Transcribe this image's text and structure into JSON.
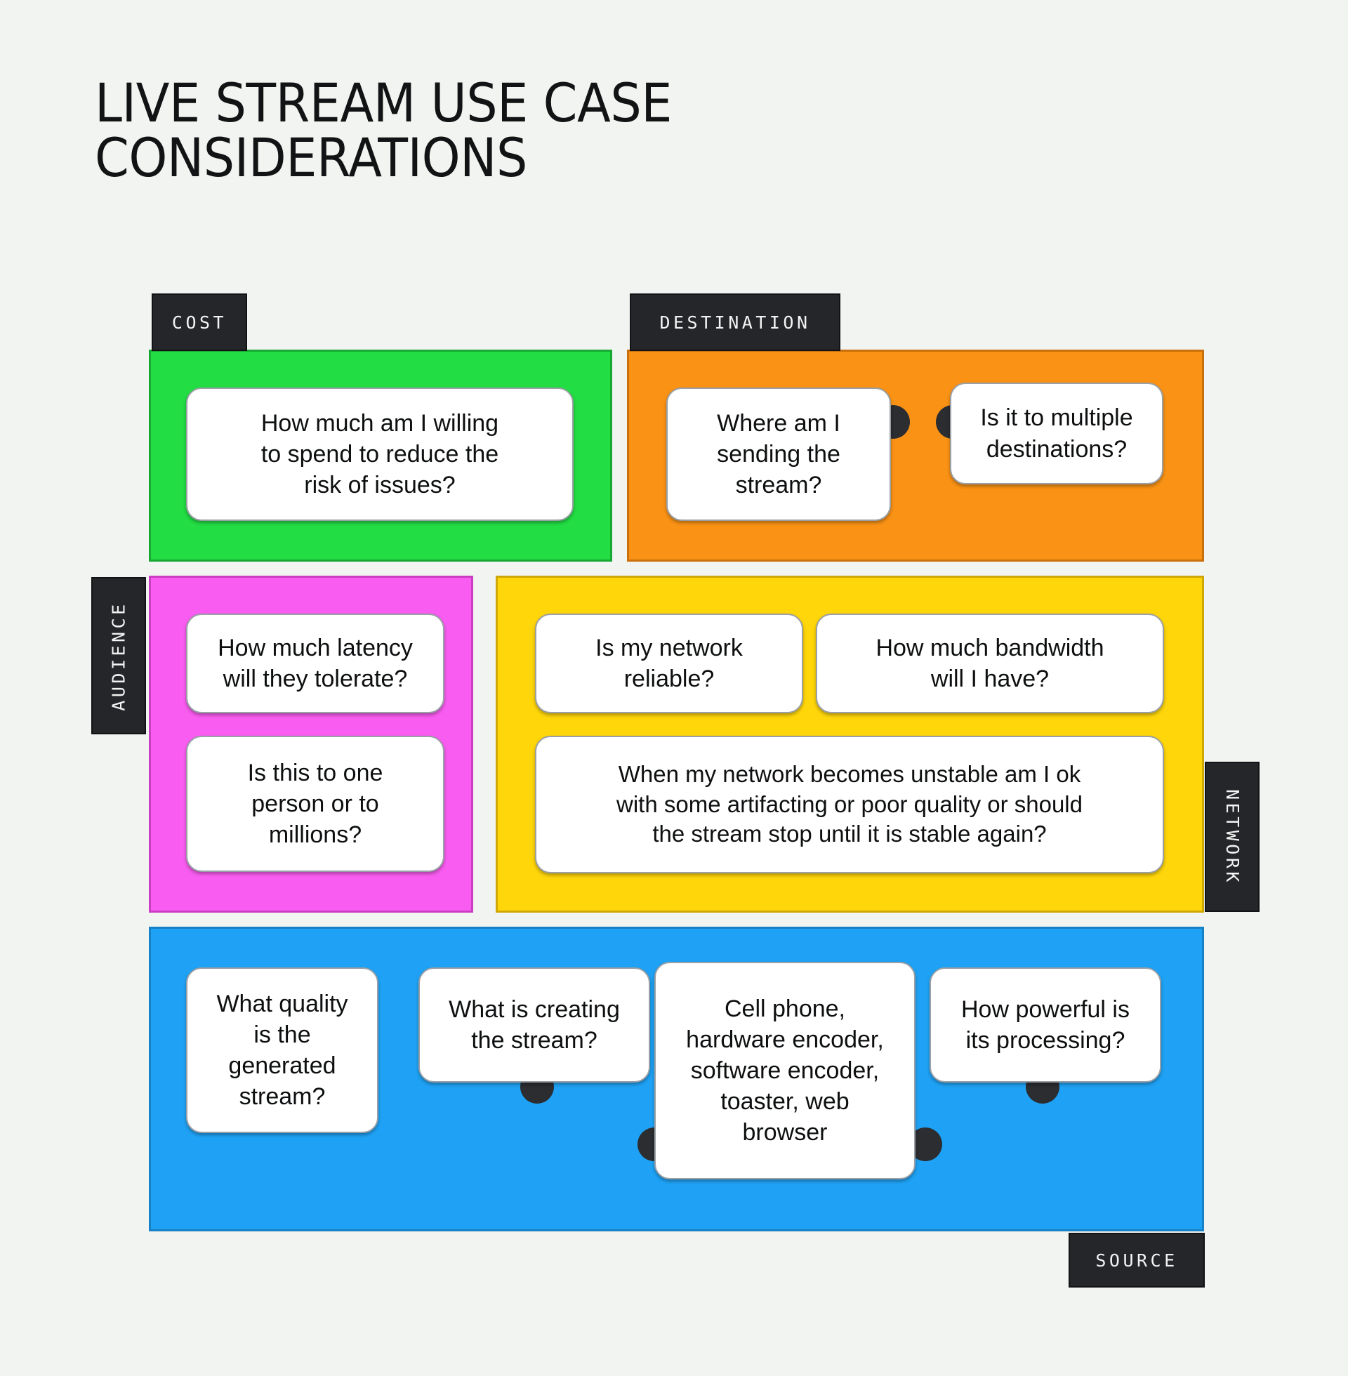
{
  "page": {
    "title": "LIVE STREAM USE CASE\nCONSIDERATIONS",
    "background_color": "#f2f4f1"
  },
  "colors": {
    "cost": "#22dd44",
    "destination": "#fa9215",
    "audience": "#f95cf0",
    "network": "#ffd60a",
    "source": "#1fa2f5",
    "tab_background": "#24262a",
    "tab_text": "#f3f3f3",
    "card_background": "#ffffff",
    "connector": "#2b2d31"
  },
  "sections": {
    "cost": {
      "tab_label": "COST",
      "color": "#22dd44",
      "cards": [
        {
          "text": "How much am I willing\nto spend to reduce the\nrisk of issues?"
        }
      ]
    },
    "destination": {
      "tab_label": "DESTINATION",
      "color": "#fa9215",
      "cards": [
        {
          "text": "Where am I\nsending the\nstream?"
        },
        {
          "text": "Is it to multiple\ndestinations?"
        }
      ],
      "connectors": [
        {
          "from": "Where am I sending the stream?",
          "to": "Is it to multiple destinations?",
          "style": "straight"
        }
      ]
    },
    "audience": {
      "tab_label": "AUDIENCE",
      "color": "#f95cf0",
      "cards": [
        {
          "text": "How much latency\nwill they tolerate?"
        },
        {
          "text": "Is this to one\nperson or to\nmillions?"
        }
      ]
    },
    "network": {
      "tab_label": "NETWORK",
      "color": "#ffd60a",
      "cards": [
        {
          "text": "Is my network\nreliable?"
        },
        {
          "text": "How much bandwidth\nwill I have?"
        },
        {
          "text": "When my network becomes unstable am I ok\nwith some artifacting or poor quality or should\nthe stream stop until it is stable again?"
        }
      ]
    },
    "source": {
      "tab_label": "SOURCE",
      "color": "#1fa2f5",
      "cards": [
        {
          "text": "What quality\nis the\ngenerated\nstream?"
        },
        {
          "text": "What is creating\nthe stream?"
        },
        {
          "text": "Cell phone,\nhardware encoder,\nsoftware encoder,\ntoaster, web\nbrowser"
        },
        {
          "text": "How powerful is\nits processing?"
        }
      ],
      "connectors": [
        {
          "from": "What is creating the stream?",
          "to": "Cell phone, hardware encoder, software encoder, toaster, web browser",
          "style": "elbow"
        },
        {
          "from": "How powerful is its processing?",
          "to": "Cell phone, hardware encoder, software encoder, toaster, web browser",
          "style": "elbow"
        }
      ]
    }
  }
}
